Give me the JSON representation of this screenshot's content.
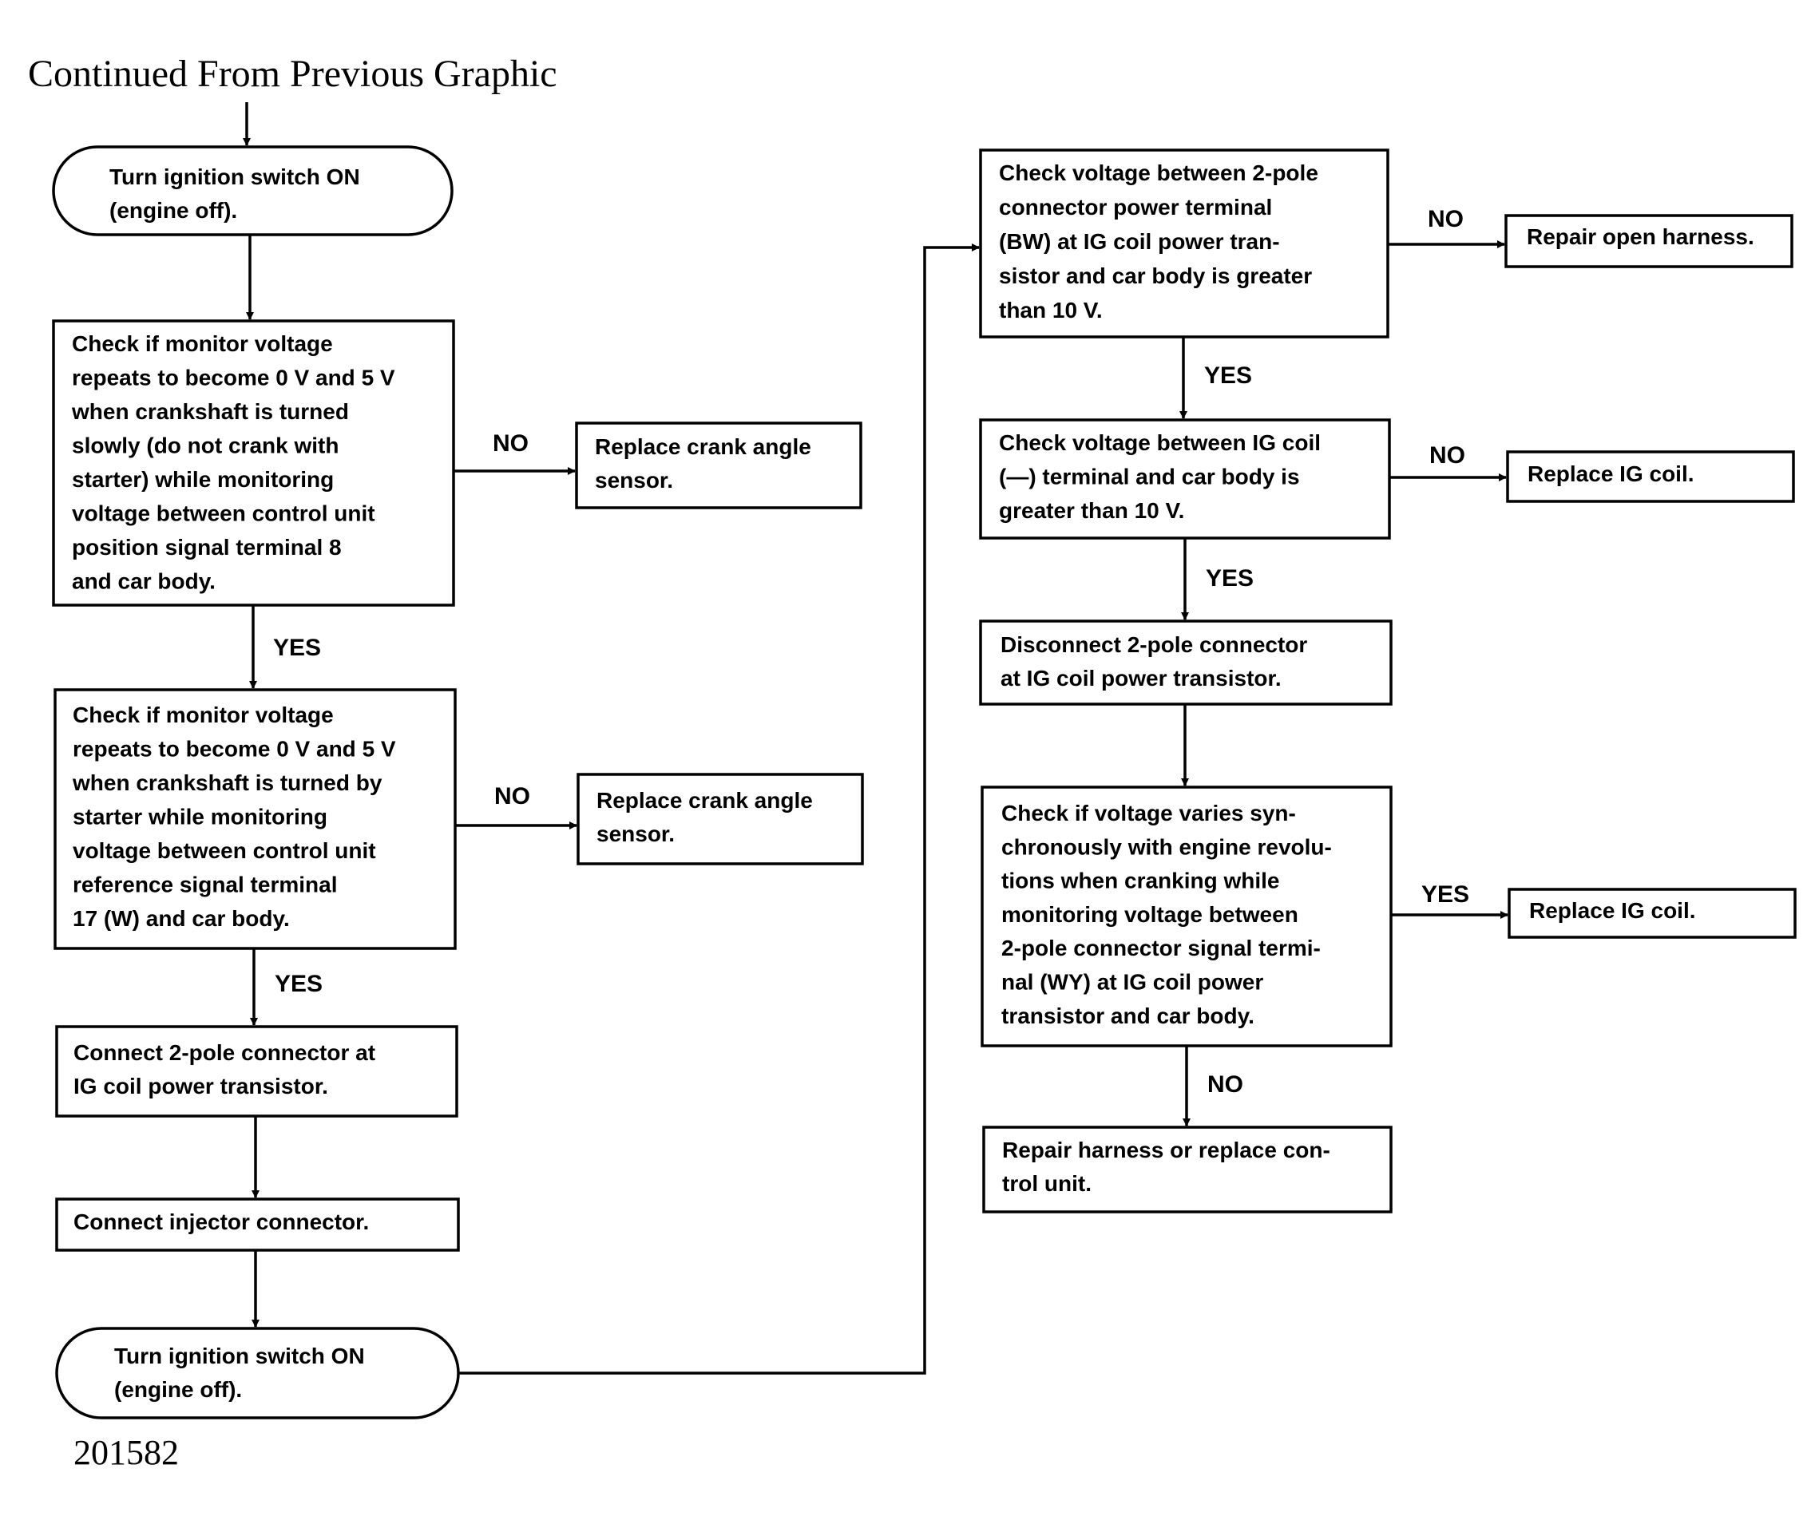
{
  "header": "Continued From Previous Graphic",
  "figure_number": "201582",
  "nodes": {
    "turn_on_1": [
      "Turn ignition switch ON",
      "(engine off)."
    ],
    "check_position_signal": [
      "Check if monitor voltage",
      "repeats to become 0 V and 5 V",
      "when crankshaft is turned",
      "slowly (do not crank with",
      "starter) while monitoring",
      "voltage between control unit",
      "position signal terminal 8",
      "and car body."
    ],
    "replace_crank_angle_1": [
      "Replace crank angle",
      "sensor."
    ],
    "check_reference_signal": [
      "Check if monitor voltage",
      "repeats to become 0 V and 5 V",
      "when crankshaft is turned by",
      "starter while monitoring",
      "voltage between control unit",
      "reference signal terminal",
      "17 (W) and car body."
    ],
    "replace_crank_angle_2": [
      "Replace crank angle",
      "sensor."
    ],
    "connect_2pole": [
      "Connect 2-pole connector at",
      "IG coil power transistor."
    ],
    "connect_injector": [
      "Connect injector connector."
    ],
    "turn_on_2": [
      "Turn ignition switch ON",
      "(engine off)."
    ],
    "check_bw_voltage": [
      "Check voltage between 2-pole",
      "connector power terminal",
      "(BW) at IG coil power tran-",
      "sistor and car body is greater",
      "than 10 V."
    ],
    "repair_open_harness": [
      "Repair open harness."
    ],
    "check_ig_coil_voltage": [
      "Check voltage between IG coil",
      "(—) terminal and car body is",
      "greater than 10 V."
    ],
    "replace_ig_coil_1": [
      "Replace IG coil."
    ],
    "disconnect_2pole": [
      "Disconnect 2-pole connector",
      "at IG coil power transistor."
    ],
    "check_sync": [
      "Check if voltage varies syn-",
      "chronously with engine revolu-",
      "tions when cranking while",
      "monitoring voltage between",
      "2-pole connector signal termi-",
      "nal (WY) at IG coil power",
      "transistor and car body."
    ],
    "replace_ig_coil_2": [
      "Replace IG coil."
    ],
    "repair_or_replace": [
      "Repair harness or replace con-",
      "trol unit."
    ]
  },
  "branch_labels": {
    "no": "NO",
    "yes": "YES"
  }
}
